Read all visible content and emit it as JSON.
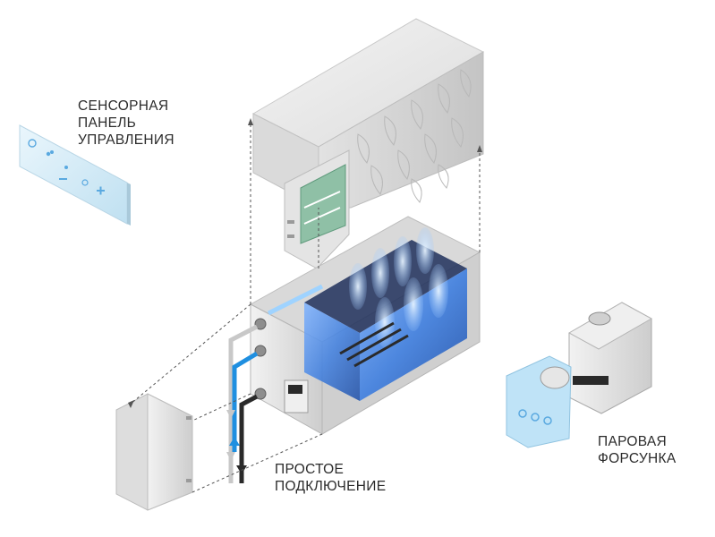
{
  "labels": {
    "touch_panel": [
      "СЕНСОРНАЯ",
      "ПАНЕЛЬ",
      "УПРАВЛЕНИЯ"
    ],
    "connection": [
      "ПРОСТОЕ",
      "ПОДКЛЮЧЕНИЕ"
    ],
    "steam_nozzle": [
      "ПАРОВАЯ",
      "ФОРСУНКА"
    ]
  },
  "colors": {
    "steel_light": "#ececec",
    "steel_mid": "#cfcfcf",
    "steel_dark": "#9c9c9c",
    "water_blue": "#2f6fd6",
    "steam_light": "#cfe6ff",
    "pipe_blue": "#1f8fe0",
    "pipe_gray": "#c8c8c8",
    "pipe_dark": "#2a2a2a",
    "circuit_green": "#7fb49a",
    "panel_glass": "#d6ecf7",
    "text": "#2b2b2b"
  }
}
